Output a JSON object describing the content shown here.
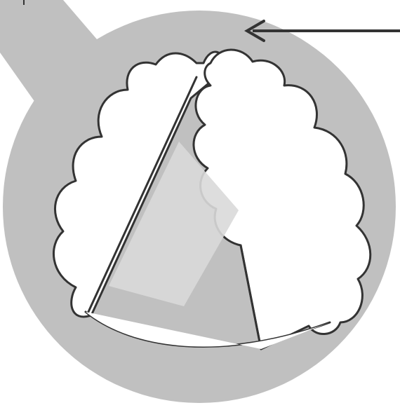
{
  "colors": {
    "background": "#ffffff",
    "magnifier_disc": "#c0c0c0",
    "magnifier_tail": "#c0c0c0",
    "cloud_fill": "#ffffff",
    "outline": "#333333",
    "inner_rectangle": "#d9d9d9",
    "arrow": "#333333"
  },
  "icons": {
    "magnifier": "magnifier-disc",
    "left_cloud": "cloud-shape",
    "right_cloud": "cloud-shape",
    "pointer": "arrow-left"
  }
}
